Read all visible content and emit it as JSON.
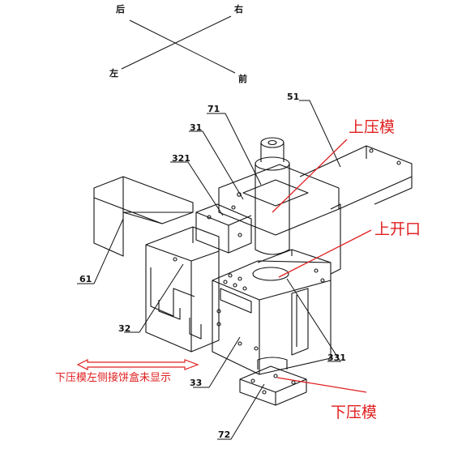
{
  "orientation": {
    "back": "后",
    "right": "右",
    "left": "左",
    "front": "前"
  },
  "part_numbers": {
    "p71": "71",
    "p51": "51",
    "p31": "31",
    "p321": "321",
    "p61": "61",
    "p32": "32",
    "p331": "331",
    "p33": "33",
    "p72": "72"
  },
  "annotations": {
    "upper_die": "上压模",
    "upper_opening": "上开口",
    "lower_die": "下压模",
    "note": "下压模左侧接饼盒未显示"
  },
  "colors": {
    "annotation": "#e02020",
    "line": "#111111"
  }
}
